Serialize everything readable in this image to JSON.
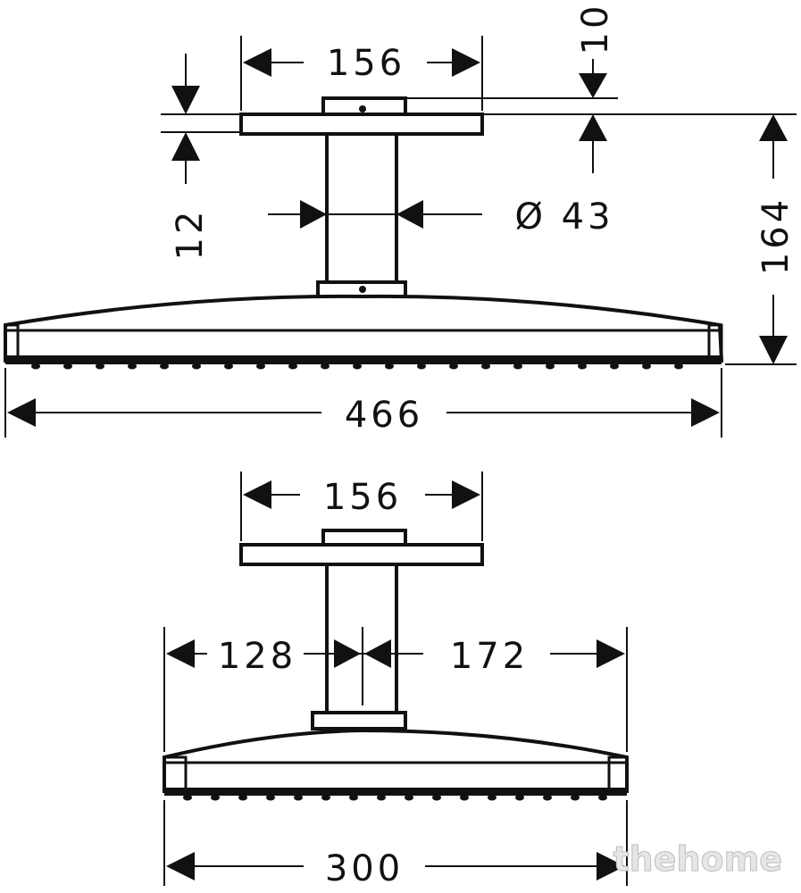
{
  "top_view": {
    "mount_width": "156",
    "mount_plate_thickness": "10",
    "plate_thickness": "12",
    "arm_diameter": "Ø 43",
    "total_height": "164",
    "head_width": "466"
  },
  "bottom_view": {
    "mount_width": "156",
    "left_offset": "128",
    "right_offset": "172",
    "head_width": "300"
  },
  "watermark": "thehome"
}
